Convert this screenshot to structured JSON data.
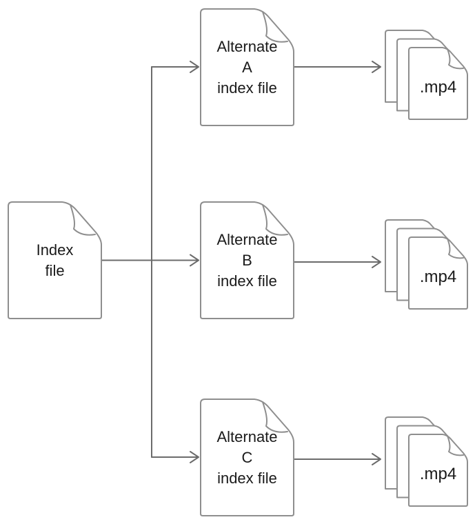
{
  "colors": {
    "page_border": "#8e8e8e",
    "arrow": "#6b6b6b",
    "label_text": "#1a1a1a",
    "background": "#ffffff"
  },
  "nodes": {
    "index_file": {
      "lines": [
        "Index",
        "file"
      ]
    },
    "alternate_a": {
      "lines": [
        "Alternate",
        "A",
        "index file"
      ]
    },
    "alternate_b": {
      "lines": [
        "Alternate",
        "B",
        "index file"
      ]
    },
    "alternate_c": {
      "lines": [
        "Alternate",
        "C",
        "index file"
      ]
    },
    "mp4_stack_a": {
      "label": ".mp4"
    },
    "mp4_stack_b": {
      "label": ".mp4"
    },
    "mp4_stack_c": {
      "label": ".mp4"
    }
  }
}
